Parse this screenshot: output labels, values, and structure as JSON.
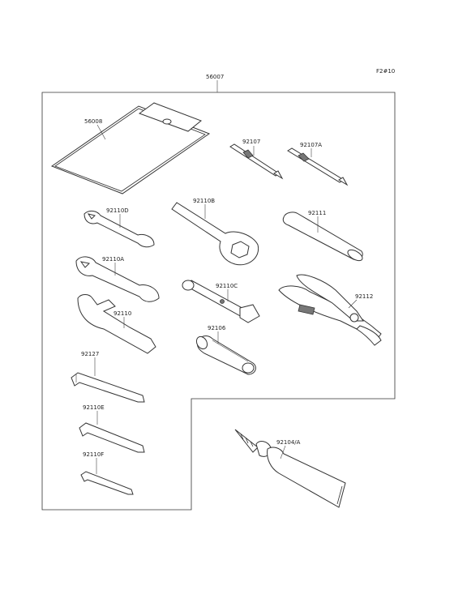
{
  "diagram": {
    "ref_code": "F2#10",
    "parts": {
      "p56007": "56007",
      "p56008": "56008",
      "p92107": "92107",
      "p92107A": "92107A",
      "p92110D": "92110D",
      "p92110B": "92110B",
      "p92111": "92111",
      "p92110A": "92110A",
      "p92110C": "92110C",
      "p92112": "92112",
      "p92110": "92110",
      "p92106": "92106",
      "p92127": "92127",
      "p92110E": "92110E",
      "p92110F": "92110F",
      "p92104A": "92104/A"
    }
  }
}
